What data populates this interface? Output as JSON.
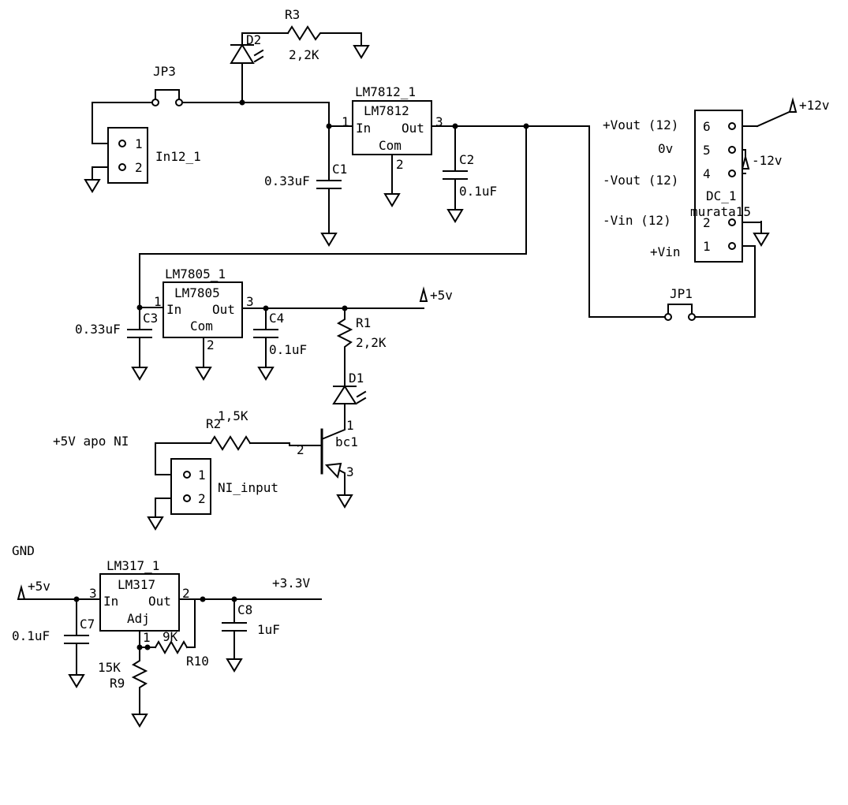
{
  "regulators": {
    "lm7812": {
      "ref": "LM7812_1",
      "part": "LM7812",
      "in": "In",
      "out": "Out",
      "com": "Com",
      "pin_in": "1",
      "pin_out": "3",
      "pin_com": "2"
    },
    "lm7805": {
      "ref": "LM7805_1",
      "part": "LM7805",
      "in": "In",
      "out": "Out",
      "com": "Com",
      "pin_in": "1",
      "pin_out": "3",
      "pin_com": "2"
    },
    "lm317": {
      "ref": "LM317_1",
      "part": "LM317",
      "in": "In",
      "out": "Out",
      "adj": "Adj",
      "pin_in": "3",
      "pin_out": "2",
      "pin_adj": "1"
    }
  },
  "resistors": {
    "r1": {
      "ref": "R1",
      "value": "2,2K"
    },
    "r2": {
      "ref": "R2",
      "value": "1,5K"
    },
    "r3": {
      "ref": "R3",
      "value": "2,2K"
    },
    "r9": {
      "ref": "R9",
      "value": "15K"
    },
    "r10": {
      "ref": "R10",
      "value": "9K"
    }
  },
  "capacitors": {
    "c1": {
      "ref": "C1",
      "value": "0.33uF"
    },
    "c2": {
      "ref": "C2",
      "value": "0.1uF"
    },
    "c3": {
      "ref": "C3",
      "value": "0.33uF"
    },
    "c4": {
      "ref": "C4",
      "value": "0.1uF"
    },
    "c7": {
      "ref": "C7",
      "value": "0.1uF"
    },
    "c8": {
      "ref": "C8",
      "value": "1uF"
    }
  },
  "diodes": {
    "d1": {
      "ref": "D1"
    },
    "d2": {
      "ref": "D2"
    }
  },
  "transistor": {
    "ref": "bc1",
    "pin_c": "1",
    "pin_b": "2",
    "pin_e": "3"
  },
  "jumpers": {
    "jp1": {
      "ref": "JP1"
    },
    "jp3": {
      "ref": "JP3"
    }
  },
  "connectors": {
    "in12": {
      "ref": "In12_1",
      "pin1": "1",
      "pin2": "2"
    },
    "ni_input": {
      "ref": "NI_input",
      "pin1": "1",
      "pin2": "2"
    }
  },
  "dcdc": {
    "ref": "DC_1",
    "part": "murata15",
    "pins": [
      {
        "num": "6",
        "label": "+Vout (12)"
      },
      {
        "num": "5",
        "label": "0v"
      },
      {
        "num": "4",
        "label": "-Vout (12)"
      },
      {
        "num": "2",
        "label": "-Vin (12)"
      },
      {
        "num": "1",
        "label": "+Vin"
      }
    ]
  },
  "nets": {
    "plus12": "+12v",
    "minus12": "-12v",
    "plus5_a": "+5v",
    "plus5_b": "+5v",
    "plus3v3": "+3.3V",
    "plus5_ni": "+5V apo NI",
    "gnd": "GND"
  }
}
